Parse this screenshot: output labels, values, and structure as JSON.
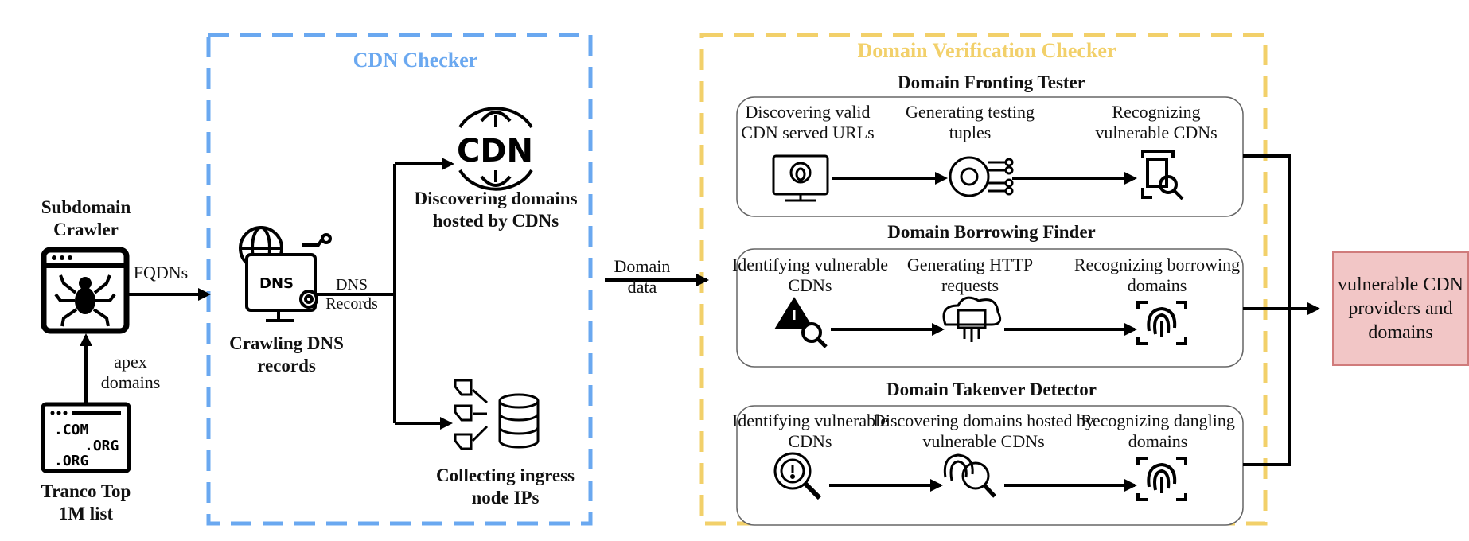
{
  "crawler": {
    "title": "Subdomain Crawler",
    "fqdns": "FQDNs",
    "apex": "apex domains",
    "tranco": "Tranco Top 1M list"
  },
  "cdn_checker": {
    "title": "CDN Checker",
    "dns_records": "DNS Records",
    "crawling": "Crawling DNS records",
    "discovering": "Discovering domains hosted by CDNs",
    "collecting": "Collecting ingress node IPs"
  },
  "domain_data": "Domain data",
  "verification": {
    "title": "Domain Verification Checker",
    "fronting": {
      "title": "Domain Fronting Tester",
      "steps": [
        "Discovering valid CDN served URLs",
        "Generating testing tuples",
        "Recognizing vulnerable CDNs"
      ]
    },
    "borrowing": {
      "title": "Domain Borrowing Finder",
      "steps": [
        "Identifying vulnerable CDNs",
        "Generating HTTP requests",
        "Recognizing borrowing domains"
      ]
    },
    "takeover": {
      "title": "Domain Takeover Detector",
      "steps": [
        "Identifying vulnerable CDNs",
        "Discovering domains hosted by vulnerable CDNs",
        "Recognizing dangling domains"
      ]
    }
  },
  "result": "vulnerable CDN providers and domains",
  "icon_text": {
    "com": ".COM",
    "org1": ".ORG",
    "org2": ".ORG",
    "dns": "DNS",
    "cdn": "CDN"
  },
  "colors": {
    "cdn_border": "#6aa8f0",
    "verification_border": "#f2d06a",
    "result_fill": "#f2c6c6",
    "result_border": "#d07b7b"
  }
}
